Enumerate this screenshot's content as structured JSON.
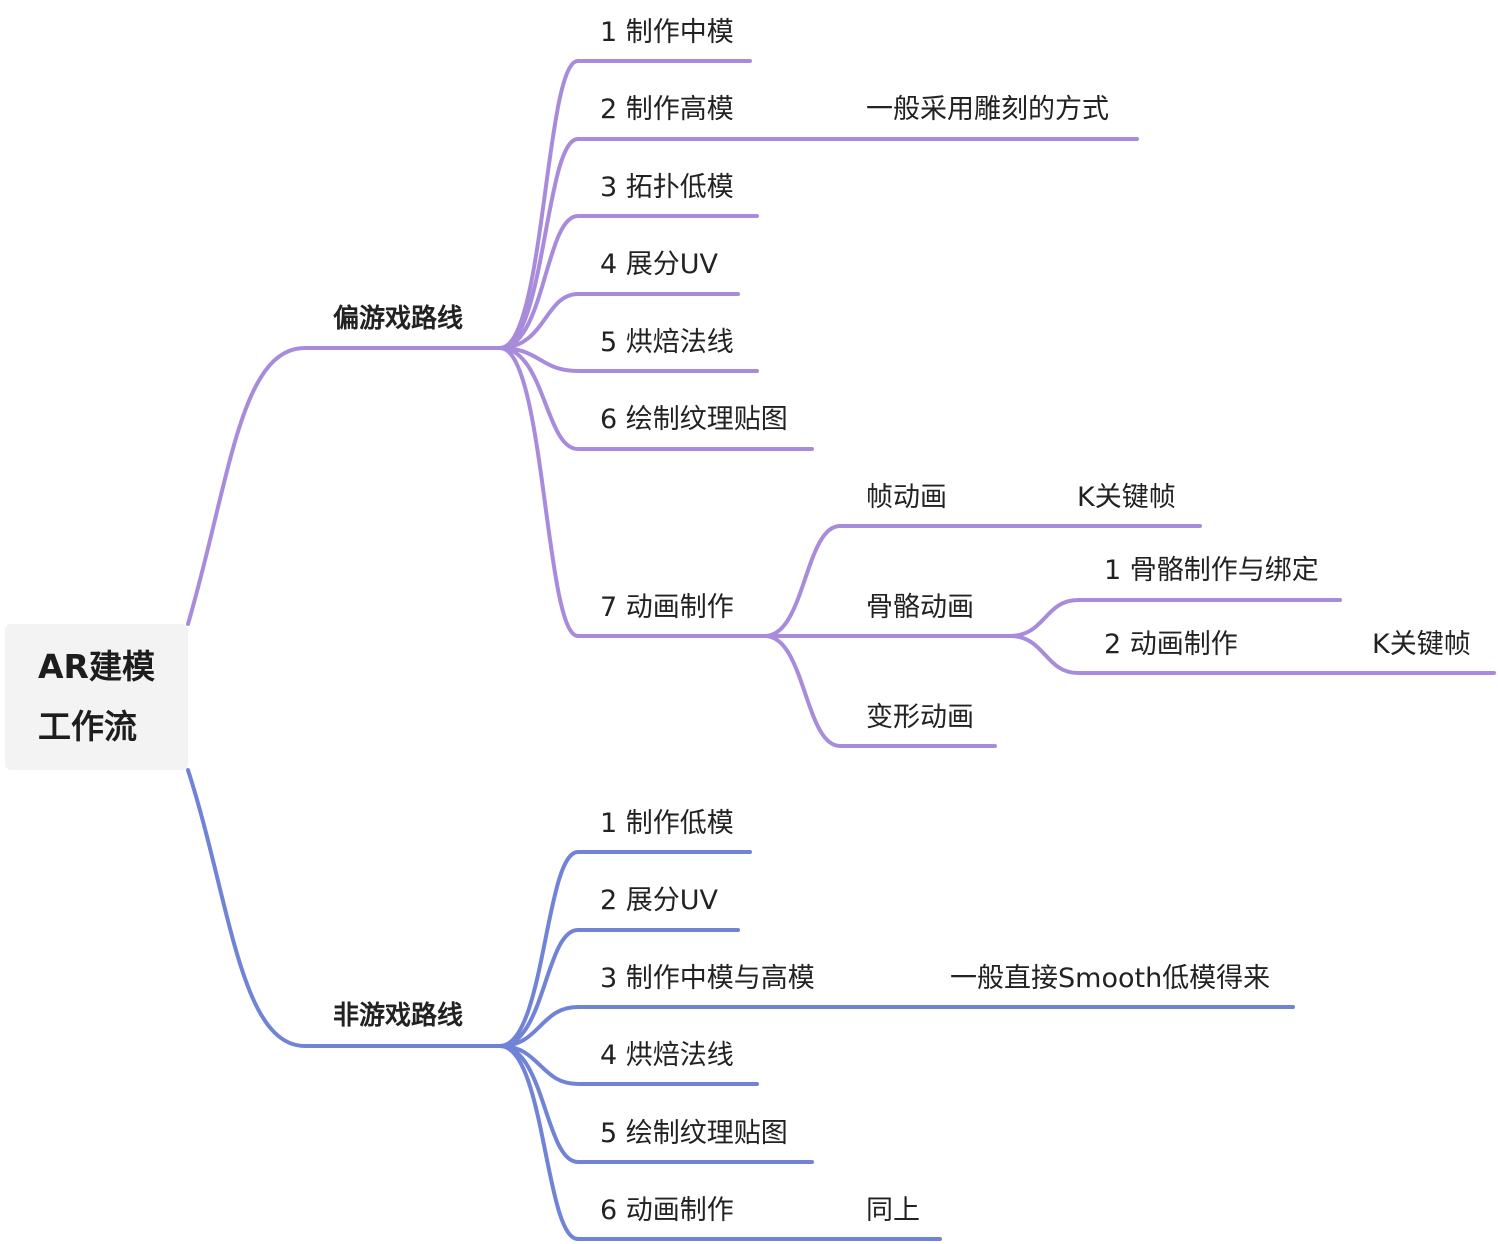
{
  "root": {
    "line1": "AR建模",
    "line2": "工作流"
  },
  "colors": {
    "purple": "#a98bdb",
    "blue": "#7083d6",
    "root_bg": "#f3f3f3"
  },
  "game": {
    "label": "偏游戏路线",
    "steps": [
      "1 制作中模",
      "2 制作高模",
      "3 拓扑低模",
      "4 展分UV",
      "5 烘焙法线",
      "6 绘制纹理贴图",
      "7 动画制作"
    ],
    "high_note": "一般采用雕刻的方式",
    "anim": {
      "frame": "帧动画",
      "frame_note": "K关键帧",
      "skeletal": "骨骼动画",
      "skeletal_sub1": "1 骨骼制作与绑定",
      "skeletal_sub2": "2 动画制作",
      "skeletal_sub2_note": "K关键帧",
      "morph": "变形动画"
    }
  },
  "nongame": {
    "label": "非游戏路线",
    "steps": [
      "1 制作低模",
      "2 展分UV",
      "3 制作中模与高模",
      "4 烘焙法线",
      "5 绘制纹理贴图",
      "6 动画制作"
    ],
    "midhigh_note": "一般直接Smooth低模得来",
    "anim_note": "同上"
  }
}
